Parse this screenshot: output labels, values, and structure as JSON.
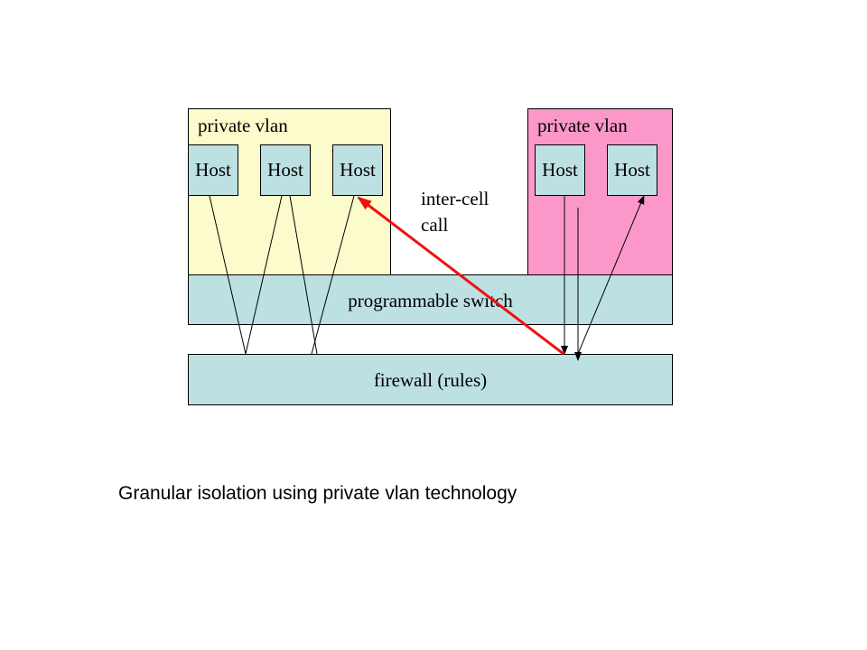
{
  "vlans": [
    {
      "label": "private vlan",
      "color": "#fcfbcb",
      "hosts": [
        "Host",
        "Host",
        "Host"
      ]
    },
    {
      "label": "private vlan",
      "color": "#fb98c9",
      "hosts": [
        "Host",
        "Host"
      ]
    }
  ],
  "switch": {
    "label": "programmable switch",
    "color": "#bde0e2"
  },
  "firewall": {
    "label": "firewall (rules)",
    "color": "#bde0e2"
  },
  "call": {
    "line1": "inter-cell",
    "line2": "call",
    "arrow_color": "#ee1111"
  },
  "caption": "Granular isolation using private vlan technology"
}
